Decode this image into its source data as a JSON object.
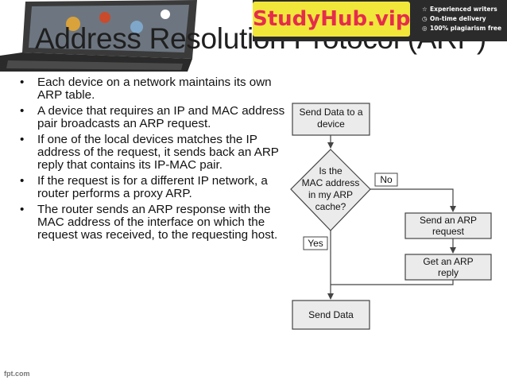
{
  "slide": {
    "title": "Address Resolution Protocol (ARP)",
    "bullets": [
      "Each device on a network maintains its own ARP table.",
      "A device that requires an IP and MAC address pair broadcasts an ARP request.",
      "If one of the local devices matches the IP address of the request, it sends back an ARP reply that contains its IP-MAC pair.",
      "If the request is for a different IP network, a router performs a proxy ARP.",
      "The router sends an ARP response with the MAC address of the interface on which the request was received, to the requesting host."
    ]
  },
  "banner": {
    "brand": "StudyHub.vip",
    "perks": [
      {
        "icon": "star-icon",
        "glyph": "☆",
        "text": "Experienced writers"
      },
      {
        "icon": "clock-icon",
        "glyph": "◷",
        "text": "On-time delivery"
      },
      {
        "icon": "badge-icon",
        "glyph": "◎",
        "text": "100% plagiarism free"
      }
    ]
  },
  "flowchart": {
    "start": [
      "Send Data to a",
      "device"
    ],
    "decision": [
      "Is the",
      "MAC address",
      "in my ARP",
      "cache?"
    ],
    "no_label": "No",
    "yes_label": "Yes",
    "send_request": [
      "Send an ARP",
      "request"
    ],
    "get_reply": [
      "Get an ARP",
      "reply"
    ],
    "end": "Send Data"
  },
  "footer": {
    "watermark": "fpt.com"
  },
  "colors": {
    "box_fill": "#ebebeb",
    "box_stroke": "#444444",
    "banner_bg": "#2b2b2b",
    "brand_bg": "#f1e63a",
    "brand_text": "#e52c4c"
  }
}
